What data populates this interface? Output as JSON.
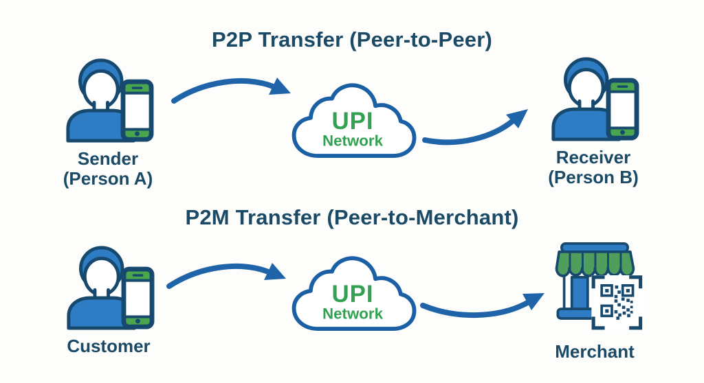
{
  "diagram": {
    "sections": [
      {
        "title": "P2P Transfer (Peer-to-Peer)",
        "left_actor": {
          "line1": "Sender",
          "line2": "(Person A)"
        },
        "cloud": {
          "line1": "UPI",
          "line2": "Network"
        },
        "right_actor": {
          "line1": "Receiver",
          "line2": "(Person B)"
        }
      },
      {
        "title": "P2M Transfer (Peer-to-Merchant)",
        "left_actor": {
          "line1": "Customer",
          "line2": ""
        },
        "cloud": {
          "line1": "UPI",
          "line2": "Network"
        },
        "right_actor": {
          "line1": "Merchant",
          "line2": ""
        }
      }
    ],
    "colors": {
      "title_navy": "#1b4a66",
      "icon_outline_navy": "#17486e",
      "person_blue": "#2e7cc3",
      "arrow_blue": "#1f63a8",
      "cloud_border_blue": "#1b5fa5",
      "phone_green": "#4aa64e",
      "awning_green": "#4f9e5c",
      "upi_text_green": "#33a152",
      "background": "#fdfdfb"
    }
  }
}
